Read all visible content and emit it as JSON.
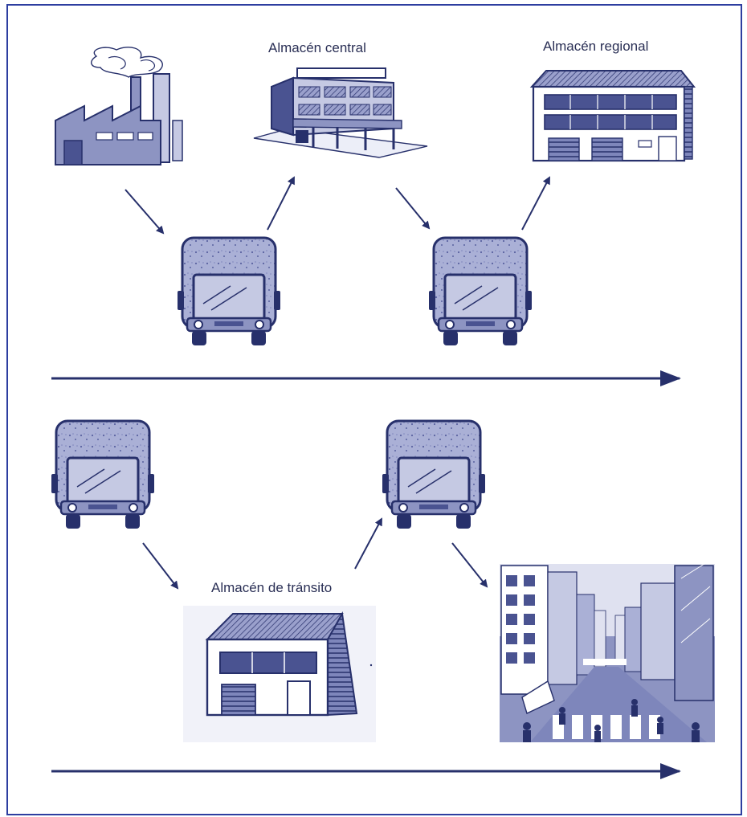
{
  "labels": {
    "central": "Almacén central",
    "regional": "Almacén regional",
    "transito": "Almacén de tránsito"
  },
  "colors": {
    "ink": "#27306b",
    "fill": "#8d94c2",
    "fill_light": "#c5c9e3",
    "fill_dark": "#4a5391",
    "border": "#2d3ea0",
    "paper": "#ffffff"
  }
}
